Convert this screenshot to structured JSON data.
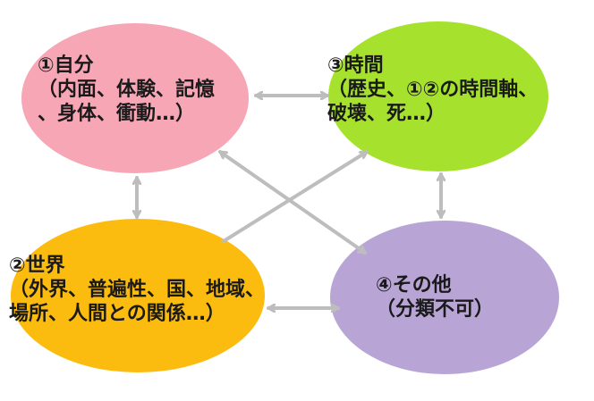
{
  "nodes": {
    "self": {
      "lines": [
        "①自分",
        "（内面、体験、記憶",
        "、身体、衝動…）"
      ],
      "fill": "#f7a6b5"
    },
    "time": {
      "lines": [
        "③時間",
        "（歴史、①②の時間軸、",
        "破壊、死…）"
      ],
      "fill": "#a6e22d"
    },
    "world": {
      "lines": [
        "②世界",
        "（外界、普遍性、国、地域、",
        "場所、人間との関係…）"
      ],
      "fill": "#fbbc0f"
    },
    "other": {
      "lines": [
        "④その他",
        "（分類不可）"
      ],
      "fill": "#b8a5d6"
    }
  },
  "arrow_color": "#bdbdbd"
}
